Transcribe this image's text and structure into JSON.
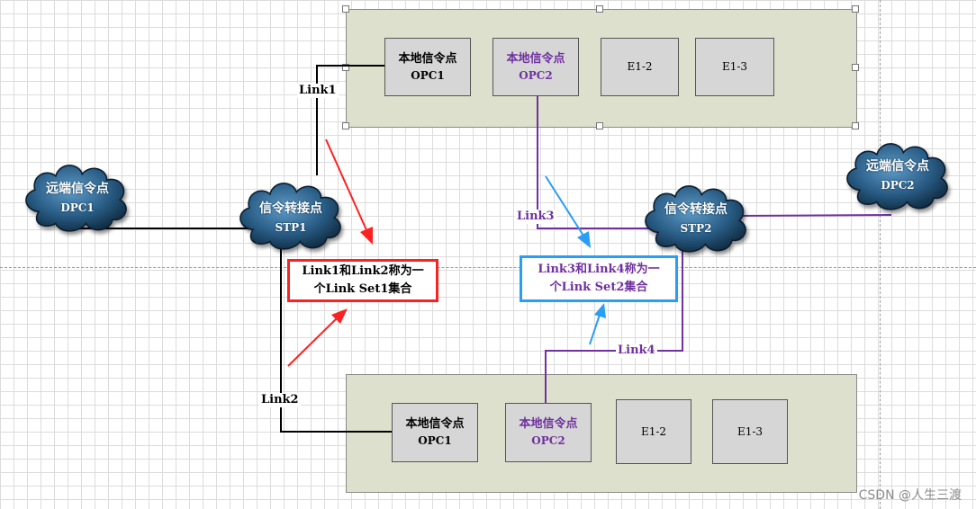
{
  "colors": {
    "panel_fill": "#dde0cc",
    "node_fill": "#d6d6d6",
    "purple": "#7030a0",
    "red": "#ff2020",
    "blue": "#2a9df4",
    "cloud": "#1e4f76"
  },
  "panel_top": {
    "nodes": [
      {
        "line1": "本地信令点",
        "line2": "OPC1"
      },
      {
        "line1": "本地信令点",
        "line2": "OPC2"
      },
      {
        "line1": "E1-2"
      },
      {
        "line1": "E1-3"
      }
    ]
  },
  "panel_bottom": {
    "nodes": [
      {
        "line1": "本地信令点",
        "line2": "OPC1"
      },
      {
        "line1": "本地信令点",
        "line2": "OPC2"
      },
      {
        "line1": "E1-2"
      },
      {
        "line1": "E1-3"
      }
    ]
  },
  "clouds": {
    "dpc1": {
      "line1": "远端信令点",
      "line2": "DPC1"
    },
    "stp1": {
      "line1": "信令转接点",
      "line2": "STP1"
    },
    "stp2": {
      "line1": "信令转接点",
      "line2": "STP2"
    },
    "dpc2": {
      "line1": "远端信令点",
      "line2": "DPC2"
    }
  },
  "links": {
    "link1": "Link1",
    "link2": "Link2",
    "link3": "Link3",
    "link4": "Link4"
  },
  "notes": {
    "red": {
      "line1": "Link1和Link2称为一",
      "line2": "个Link Set1集合"
    },
    "blue": {
      "line1": "Link3和Link4称为一",
      "line2": "个Link Set2集合"
    }
  },
  "watermark": "CSDN @人生三渡"
}
